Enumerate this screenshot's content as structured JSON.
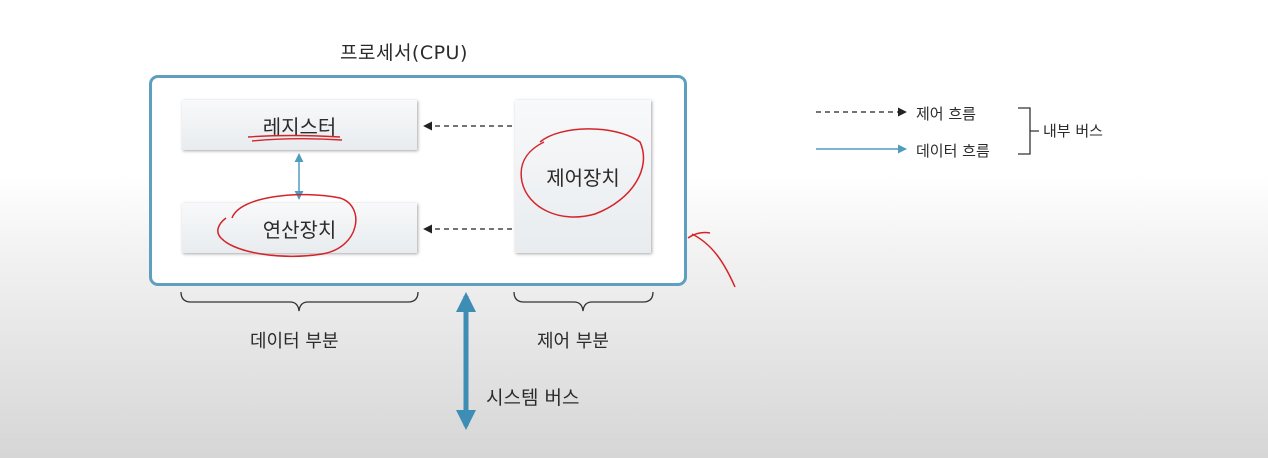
{
  "diagram": {
    "title": "프로세서(CPU)",
    "register": "레지스터",
    "alu": "연산장치",
    "control_unit": "제어장치",
    "data_part": "데이터 부분",
    "control_part": "제어 부분",
    "system_bus": "시스템 버스"
  },
  "legend": {
    "control_flow": "제어 흐름",
    "data_flow": "데이터 흐름",
    "internal_bus": "내부 버스"
  },
  "colors": {
    "box_border": "#5e9fc0",
    "data_arrow": "#4f9cc0",
    "system_bus_arrow": "#3e8db5",
    "annotation": "#d4242a"
  }
}
